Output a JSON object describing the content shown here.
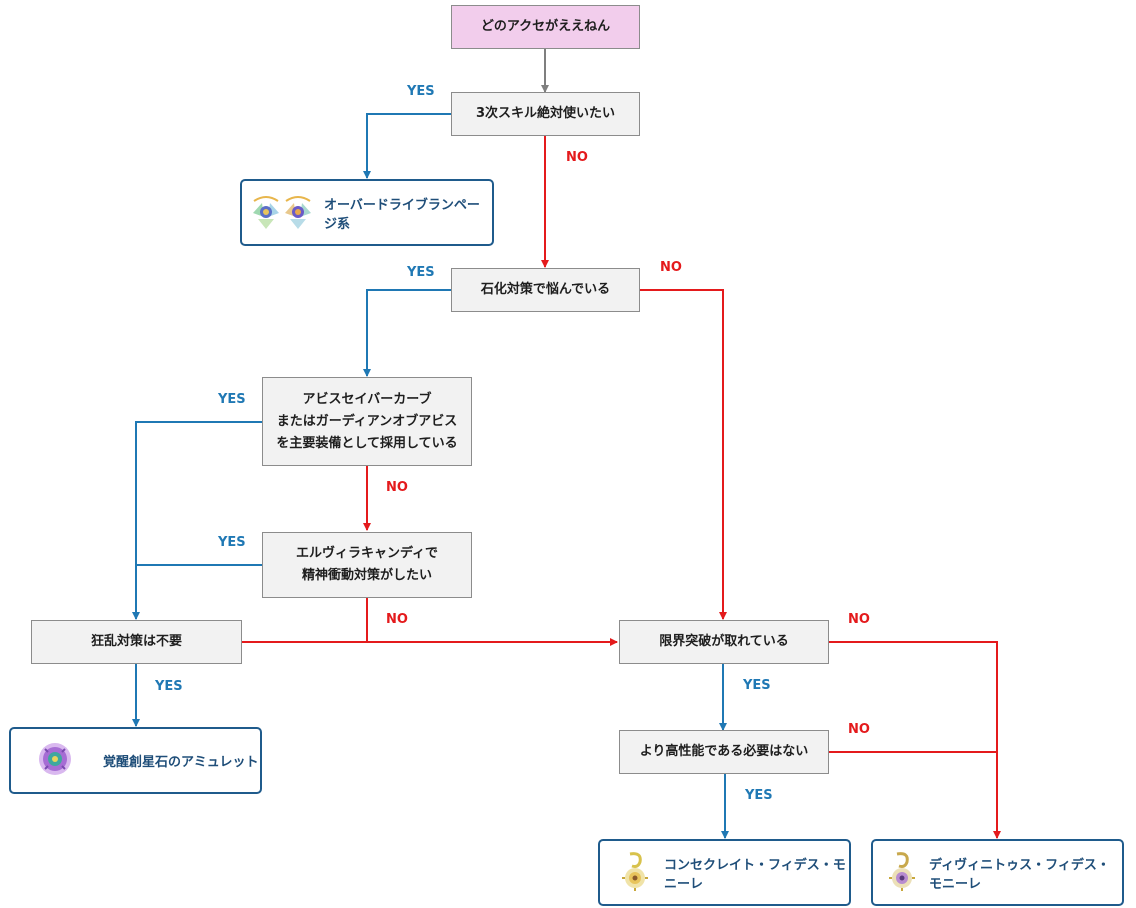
{
  "nodes": {
    "start": "どのアクセがええねん",
    "q_skill": "3次スキル絶対使いたい",
    "q_stone": "石化対策で悩んでいる",
    "q_abyss": [
      "アビスセイバーカーブ",
      "またはガーディアンオブアビス",
      "を主要装備として採用している"
    ],
    "q_elvira": [
      "エルヴィラキャンディで",
      "精神衝動対策がしたい"
    ],
    "q_confuse": "狂乱対策は不要",
    "q_limit": "限界突破が取れている",
    "q_high": "より高性能である必要はない"
  },
  "results": {
    "overdrive": "オーバードライブランページ系",
    "amulet": "覚醒創星石のアミュレット",
    "consecrate": "コンセクレイト・フィデス・モニーレ",
    "divinitous": "ディヴィニトゥス・フィデス・モニーレ"
  },
  "labels": {
    "yes": "YES",
    "no": "NO"
  },
  "colors": {
    "yes": "#1f78b4",
    "no": "#e41a1c",
    "neutral": "#7f7f7f",
    "result_border": "#1f5b8c",
    "result_text": "#1f4e79",
    "start_fill": "#f2cdec",
    "node_fill": "#f2f2f2"
  },
  "icons": {
    "overdrive": [
      "overdrive-wing-accessory-icon",
      "overdrive-wing-accessory-icon"
    ],
    "amulet": [
      "purple-gem-amulet-icon"
    ],
    "consecrate": [
      "gold-pendant-icon"
    ],
    "divinitous": [
      "gold-pendant-icon"
    ]
  }
}
